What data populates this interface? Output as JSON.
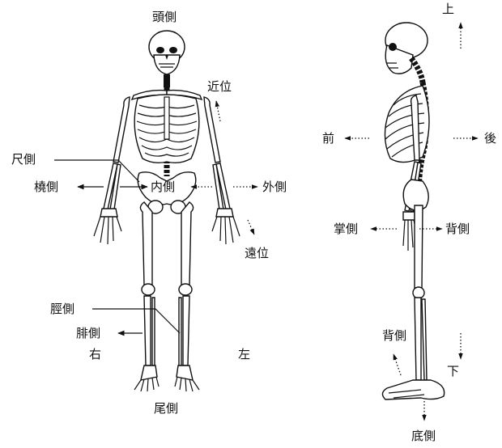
{
  "front": {
    "cranial": "頭側",
    "proximal": "近位",
    "ulnar": "尺側",
    "radial": "橈側",
    "medial": "内側",
    "lateral": "外側",
    "distal": "遠位",
    "tibial": "脛側",
    "fibular": "腓側",
    "right": "右",
    "left": "左",
    "caudal": "尾側"
  },
  "side": {
    "superior": "上",
    "anterior": "前",
    "posterior": "後",
    "palmar": "掌側",
    "dorsal_hand": "背側",
    "dorsal_foot": "背側",
    "inferior": "下",
    "plantar": "底側"
  }
}
